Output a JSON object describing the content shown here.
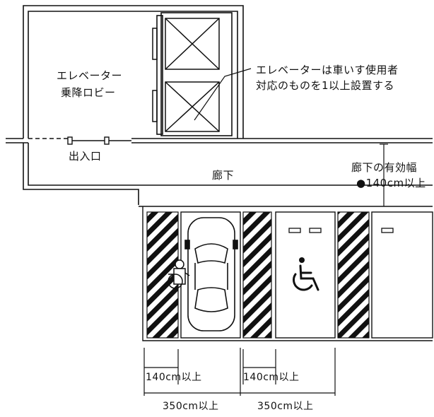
{
  "labels": {
    "lobby_line1": "エレベーター",
    "lobby_line2": "乗降ロビー",
    "entrance": "出入口",
    "elevator_note_line1": "エレベーターは車いす使用者",
    "elevator_note_line2": "対応のものを1以上設置する",
    "corridor": "廊下",
    "corridor_width_line1": "廊下の有効幅",
    "corridor_width_line2": "●140cm以上"
  },
  "dimensions": {
    "left_140": "140cm以上",
    "right_140": "140cm以上",
    "left_350": "350cm以上",
    "right_350": "350cm以上"
  },
  "icons": {
    "wheelchair": "wheelchair-symbol",
    "car": "car-top-view",
    "person": "wheelchair-user"
  }
}
